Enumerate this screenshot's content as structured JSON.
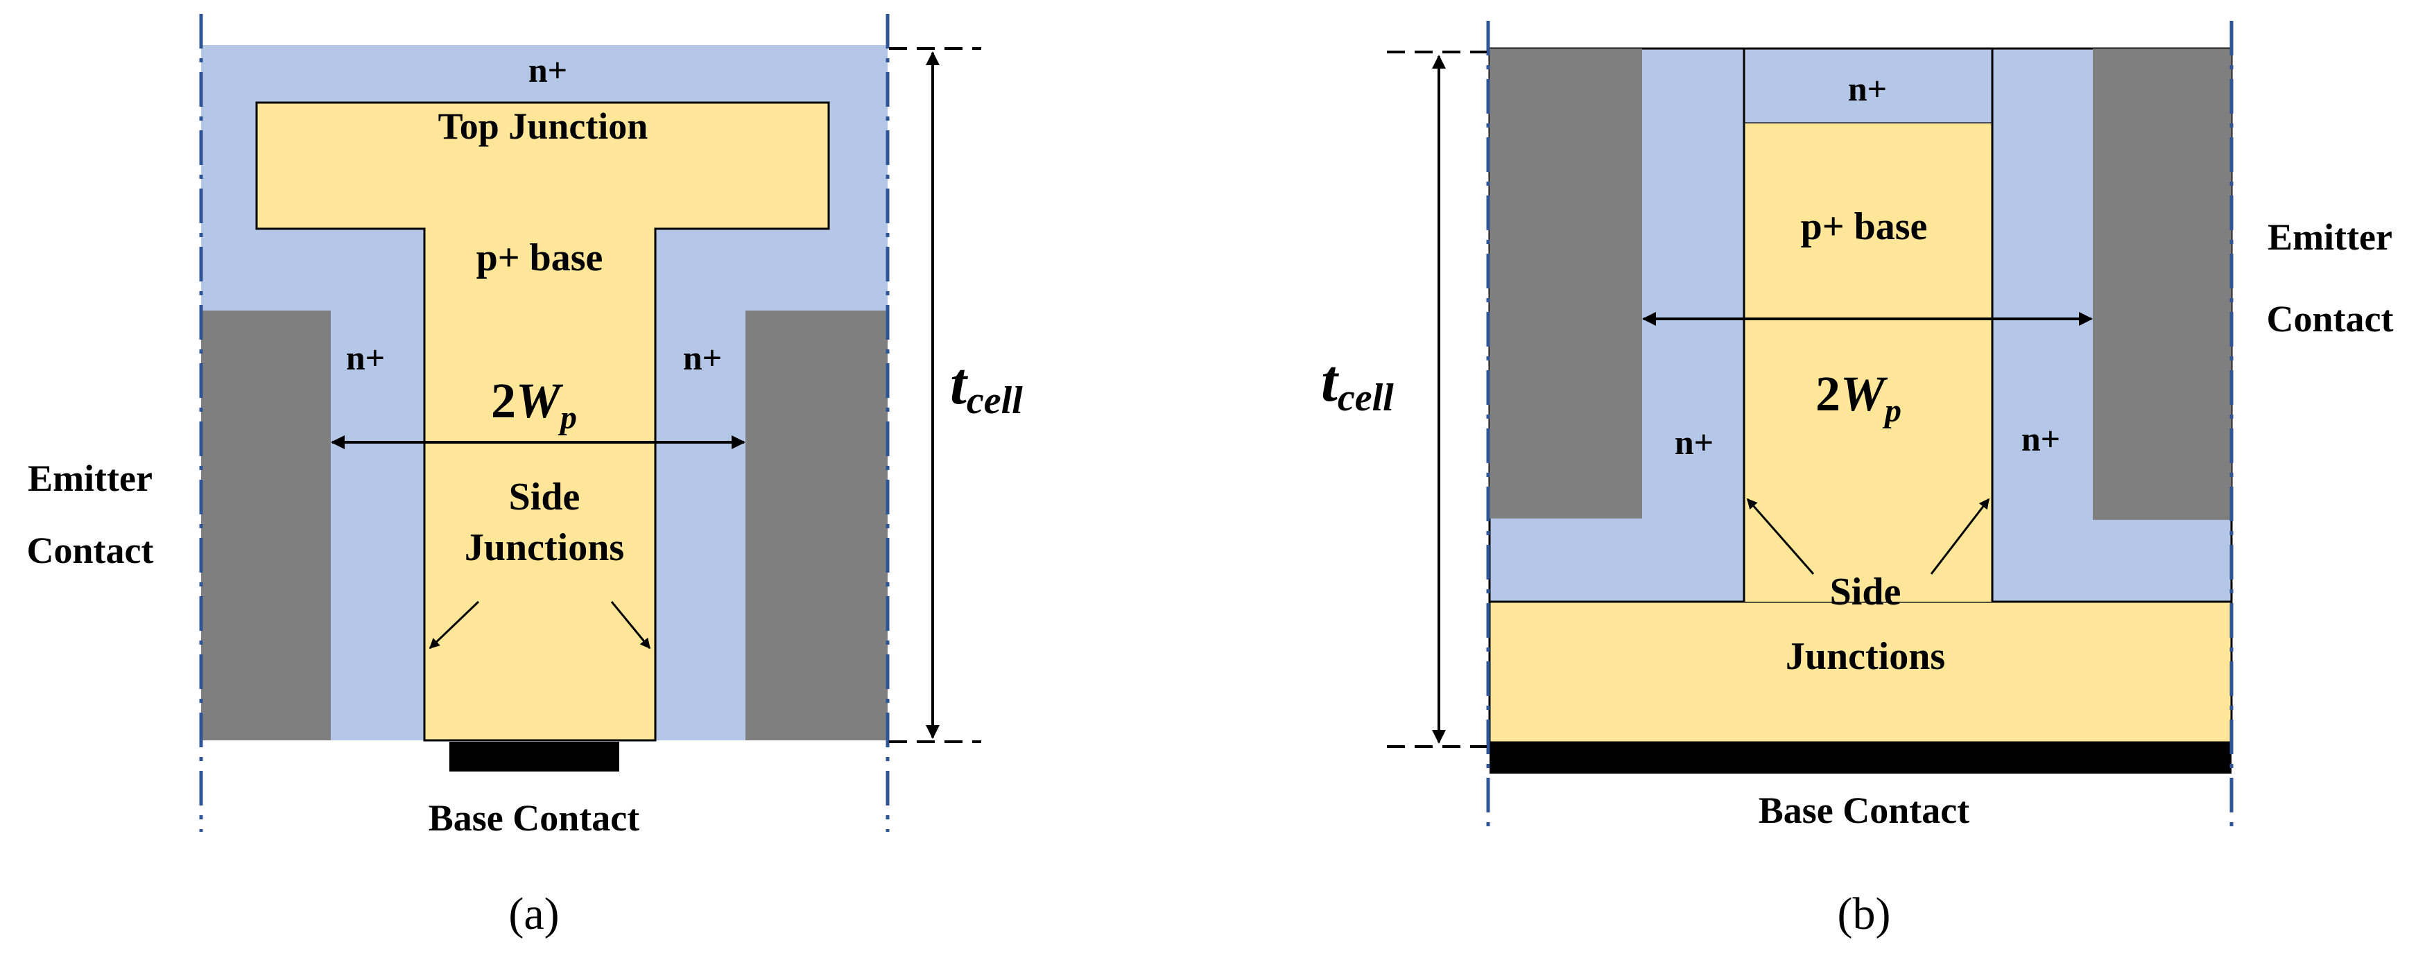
{
  "colors": {
    "n_region": "#b4c7e7",
    "p_region": "#ffe699",
    "contact": "#7f7f7f",
    "base_contact": "#000000",
    "boundary_line": "#2f5597"
  },
  "panel_a": {
    "caption": "(a)",
    "n_top": "n+",
    "top_junction": "Top Junction",
    "p_base": "p+ base",
    "n_left": "n+",
    "n_right": "n+",
    "width_symbol": "2",
    "width_var": "W",
    "width_sub": "p",
    "side_junctions_1": "Side",
    "side_junctions_2": "Junctions",
    "emitter_1": "Emitter",
    "emitter_2": "Contact",
    "base_contact": "Base Contact",
    "thickness_var": "t",
    "thickness_sub": "cell"
  },
  "panel_b": {
    "caption": "(b)",
    "n_top": "n+",
    "p_base": "p+ base",
    "n_left": "n+",
    "n_right": "n+",
    "width_symbol": "2",
    "width_var": "W",
    "width_sub": "p",
    "side_junctions_1": "Side",
    "side_junctions_2": "Junctions",
    "emitter_1": "Emitter",
    "emitter_2": "Contact",
    "base_contact": "Base Contact",
    "thickness_var": "t",
    "thickness_sub": "cell"
  }
}
